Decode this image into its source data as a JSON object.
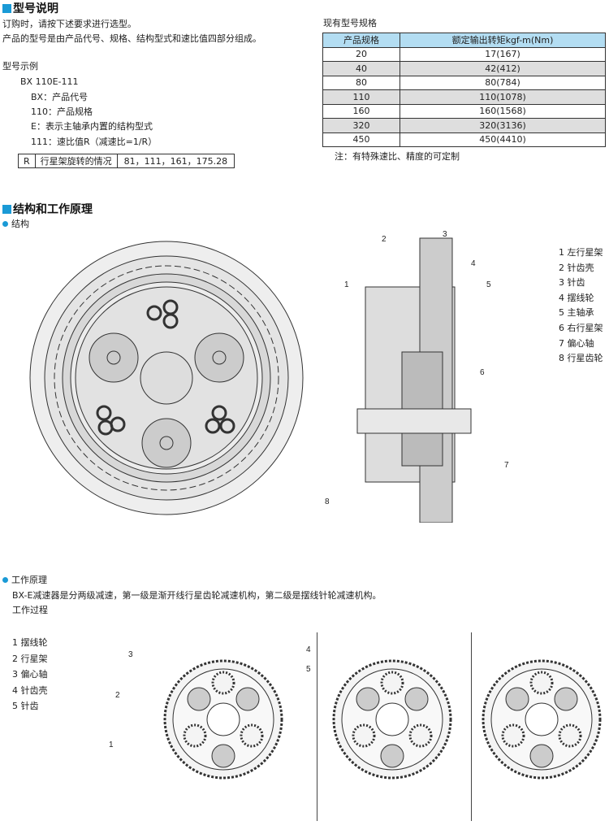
{
  "section1": {
    "title": "型号说明",
    "line1": "订购时，请按下述要求进行选型。",
    "line2": "产品的型号是由产品代号、规格、结构型式和速比值四部分组成。",
    "example_label": "型号示例",
    "example_code": "BX 110E-111",
    "items": [
      "BX：产品代号",
      "110：产品规格",
      "E：表示主轴承内置的结构型式",
      "111：速比值R（减速比=1/R）"
    ],
    "ratio_table": {
      "key": "R",
      "label": "行星架旋转的情况",
      "values": "81，111，161，175.28"
    }
  },
  "spec": {
    "title": "现有型号规格",
    "headers": [
      "产品规格",
      "额定输出转矩kgf-m(Nm)"
    ],
    "rows": [
      [
        "20",
        "17(167)"
      ],
      [
        "40",
        "42(412)"
      ],
      [
        "80",
        "80(784)"
      ],
      [
        "110",
        "110(1078)"
      ],
      [
        "160",
        "160(1568)"
      ],
      [
        "320",
        "320(3136)"
      ],
      [
        "450",
        "450(4410)"
      ]
    ],
    "note": "注：有特殊速比、精度的可定制"
  },
  "section2": {
    "title": "结构和工作原理",
    "structure_label": "结构",
    "callouts": [
      "1",
      "2",
      "3",
      "4",
      "5",
      "6",
      "7",
      "8"
    ],
    "legend": [
      "1 左行星架",
      "2 针齿壳",
      "3 针齿",
      "4 摆线轮",
      "5 主轴承",
      "6 右行星架",
      "7 偏心轴",
      "8 行星齿轮"
    ]
  },
  "principle": {
    "label": "工作原理",
    "text": "BX-E减速器是分两级减速，第一级是渐开线行星齿轮减速机构，第二级是摆线针轮减速机构。",
    "process_label": "工作过程",
    "legend": [
      "1 摆线轮",
      "2 行星架",
      "3 偏心轴",
      "4 针齿壳",
      "5 针齿"
    ],
    "callouts": [
      "1",
      "2",
      "3",
      "4",
      "5"
    ]
  },
  "colors": {
    "accent": "#1a9ad6",
    "header_bg": "#b3ddf2",
    "stripe": "#dedede"
  }
}
